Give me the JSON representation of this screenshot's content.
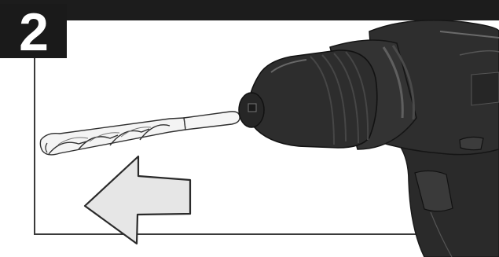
{
  "step": {
    "number": "2"
  },
  "illustration": {
    "subject": "drill-bit-removal",
    "arrow_direction": "left",
    "colors": {
      "frame": "#1c1c1c",
      "drill_body": "#2b2b2b",
      "drill_highlight": "#5a5a5a",
      "arrow_fill": "#e6e6e6",
      "bit_fill": "#f4f4f4"
    }
  }
}
